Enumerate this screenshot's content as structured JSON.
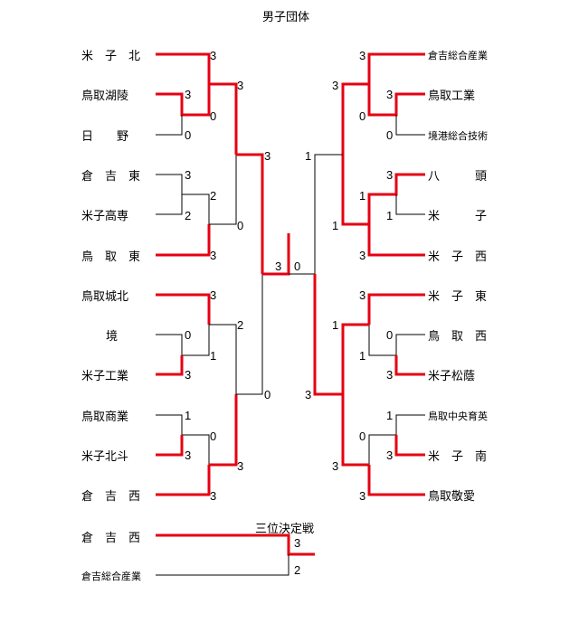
{
  "title": "男子団体",
  "third_place_title": "三位決定戦",
  "left_teams": [
    {
      "id": "L1",
      "name": "米　子　北",
      "size": "lg"
    },
    {
      "id": "L2",
      "name": "鳥取湖陵",
      "size": "lg"
    },
    {
      "id": "L3",
      "name": "日　　野",
      "size": "lg"
    },
    {
      "id": "L4",
      "name": "倉　吉　東",
      "size": "lg"
    },
    {
      "id": "L5",
      "name": "米子高専",
      "size": "lg"
    },
    {
      "id": "L6",
      "name": "鳥　取　東",
      "size": "lg"
    },
    {
      "id": "L7",
      "name": "鳥取城北",
      "size": "lg"
    },
    {
      "id": "L8",
      "name": "境",
      "size": "lg"
    },
    {
      "id": "L9",
      "name": "米子工業",
      "size": "lg"
    },
    {
      "id": "L10",
      "name": "鳥取商業",
      "size": "lg"
    },
    {
      "id": "L11",
      "name": "米子北斗",
      "size": "lg"
    },
    {
      "id": "L12",
      "name": "倉　吉　西",
      "size": "lg"
    }
  ],
  "right_teams": [
    {
      "id": "R1",
      "name": "倉吉総合産業",
      "size": "sm"
    },
    {
      "id": "R2",
      "name": "鳥取工業",
      "size": "lg"
    },
    {
      "id": "R3",
      "name": "境港総合技術",
      "size": "sm"
    },
    {
      "id": "R4",
      "name": "八　　　頭",
      "size": "lg"
    },
    {
      "id": "R5",
      "name": "米　　　子",
      "size": "lg"
    },
    {
      "id": "R6",
      "name": "米　子　西",
      "size": "lg"
    },
    {
      "id": "R7",
      "name": "米　子　東",
      "size": "lg"
    },
    {
      "id": "R8",
      "name": "鳥　取　西",
      "size": "lg"
    },
    {
      "id": "R9",
      "name": "米子松蔭",
      "size": "lg"
    },
    {
      "id": "R10",
      "name": "鳥取中央育英",
      "size": "sm"
    },
    {
      "id": "R11",
      "name": "米　子　南",
      "size": "lg"
    },
    {
      "id": "R12",
      "name": "鳥取敬愛",
      "size": "lg"
    }
  ],
  "third_place_teams": [
    {
      "id": "T1",
      "name": "倉　吉　西",
      "size": "lg"
    },
    {
      "id": "T2",
      "name": "倉吉総合産業",
      "size": "sm"
    }
  ],
  "scores": [
    {
      "id": "s_l1",
      "value": "3"
    },
    {
      "id": "s_l2",
      "value": "3"
    },
    {
      "id": "s_l3",
      "value": "0"
    },
    {
      "id": "s_l4",
      "value": "0"
    },
    {
      "id": "s_l5",
      "value": "3"
    },
    {
      "id": "s_l6",
      "value": "3"
    },
    {
      "id": "s_l7",
      "value": "2"
    },
    {
      "id": "s_l8",
      "value": "2"
    },
    {
      "id": "s_l9",
      "value": "0"
    },
    {
      "id": "s_l10",
      "value": "3"
    },
    {
      "id": "s_l11",
      "value": "3"
    },
    {
      "id": "s_l12",
      "value": "3"
    },
    {
      "id": "s_l13",
      "value": "2"
    },
    {
      "id": "s_l14",
      "value": "0"
    },
    {
      "id": "s_l15",
      "value": "1"
    },
    {
      "id": "s_l16",
      "value": "3"
    },
    {
      "id": "s_l17",
      "value": "1"
    },
    {
      "id": "s_l18",
      "value": "0"
    },
    {
      "id": "s_l19",
      "value": "3"
    },
    {
      "id": "s_l20",
      "value": "0"
    },
    {
      "id": "s_l21",
      "value": "3"
    },
    {
      "id": "s_l22",
      "value": "3"
    },
    {
      "id": "s_f1",
      "value": "3"
    },
    {
      "id": "s_f2",
      "value": "0"
    },
    {
      "id": "s_r1",
      "value": "3"
    },
    {
      "id": "s_r2",
      "value": "3"
    },
    {
      "id": "s_r3",
      "value": "3"
    },
    {
      "id": "s_r4",
      "value": "0"
    },
    {
      "id": "s_r5",
      "value": "0"
    },
    {
      "id": "s_r6",
      "value": "1"
    },
    {
      "id": "s_r7",
      "value": "3"
    },
    {
      "id": "s_r8",
      "value": "1"
    },
    {
      "id": "s_r9",
      "value": "1"
    },
    {
      "id": "s_r10",
      "value": "1"
    },
    {
      "id": "s_r11",
      "value": "3"
    },
    {
      "id": "s_r12",
      "value": "3"
    },
    {
      "id": "s_r13",
      "value": "1"
    },
    {
      "id": "s_r14",
      "value": "0"
    },
    {
      "id": "s_r15",
      "value": "1"
    },
    {
      "id": "s_r16",
      "value": "3"
    },
    {
      "id": "s_r17",
      "value": "3"
    },
    {
      "id": "s_r18",
      "value": "1"
    },
    {
      "id": "s_r19",
      "value": "0"
    },
    {
      "id": "s_r20",
      "value": "3"
    },
    {
      "id": "s_r21",
      "value": "3"
    },
    {
      "id": "s_r22",
      "value": "3"
    },
    {
      "id": "s_t1",
      "value": "3"
    },
    {
      "id": "s_t2",
      "value": "2"
    }
  ],
  "colors": {
    "winner_line": "#e60012",
    "loser_line": "#000000",
    "text": "#000000"
  }
}
